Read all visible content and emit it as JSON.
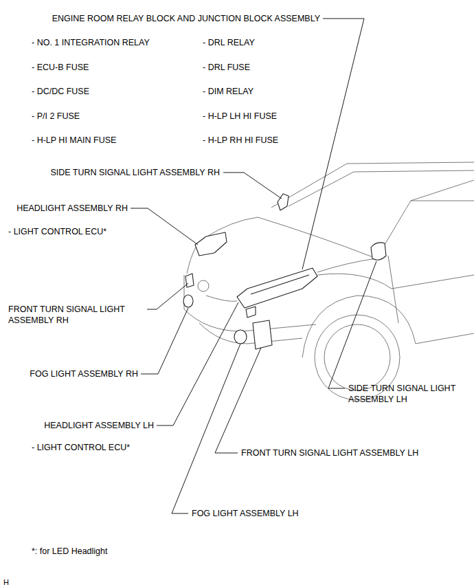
{
  "diagram": {
    "labels": [
      "ENGINE ROOM RELAY BLOCK AND JUNCTION BLOCK ASSEMBLY",
      "- NO. 1 INTEGRATION RELAY",
      "- DRL RELAY",
      "- ECU-B FUSE",
      "- DRL FUSE",
      "- DC/DC FUSE",
      "- DIM RELAY",
      "- P/I 2 FUSE",
      "- H-LP LH HI FUSE",
      "- H-LP HI MAIN FUSE",
      "- H-LP RH HI FUSE",
      "SIDE TURN SIGNAL LIGHT ASSEMBLY RH",
      "HEADLIGHT ASSEMBLY RH",
      "- LIGHT CONTROL ECU*",
      "FRONT TURN SIGNAL LIGHT ASSEMBLY RH",
      "FOG LIGHT ASSEMBLY RH",
      "SIDE TURN SIGNAL LIGHT ASSEMBLY LH",
      "HEADLIGHT ASSEMBLY LH",
      "- LIGHT CONTROL ECU*",
      "FRONT TURN SIGNAL LIGHT ASSEMBLY LH",
      "FOG LIGHT ASSEMBLY LH",
      "*: for LED Headlight",
      "H"
    ]
  }
}
